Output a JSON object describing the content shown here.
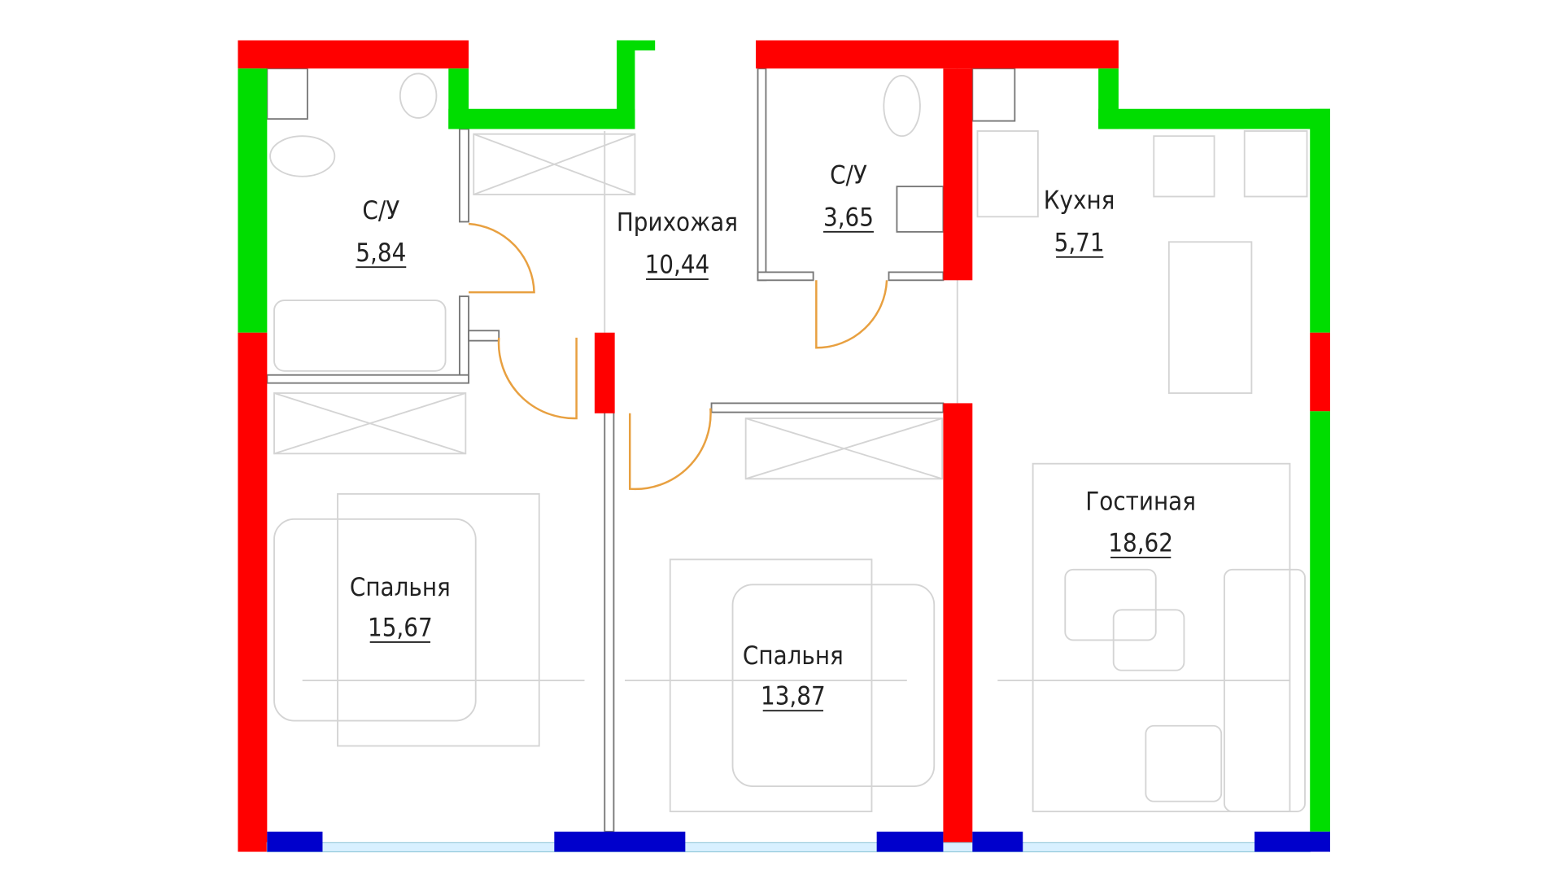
{
  "rooms": [
    {
      "name": "С/У",
      "area": "5,84"
    },
    {
      "name": "Прихожая",
      "area": "10,44"
    },
    {
      "name": "С/У",
      "area": "3,65"
    },
    {
      "name": "Кухня",
      "area": "5,71"
    },
    {
      "name": "Гостиная",
      "area": "18,62"
    },
    {
      "name": "Спальня",
      "area": "15,67"
    },
    {
      "name": "Спальня",
      "area": "13,87"
    }
  ],
  "colors": {
    "load_bearing": "#ff0000",
    "exterior": "#00dd00",
    "window": "#0000cc",
    "door": "#e8a040"
  }
}
